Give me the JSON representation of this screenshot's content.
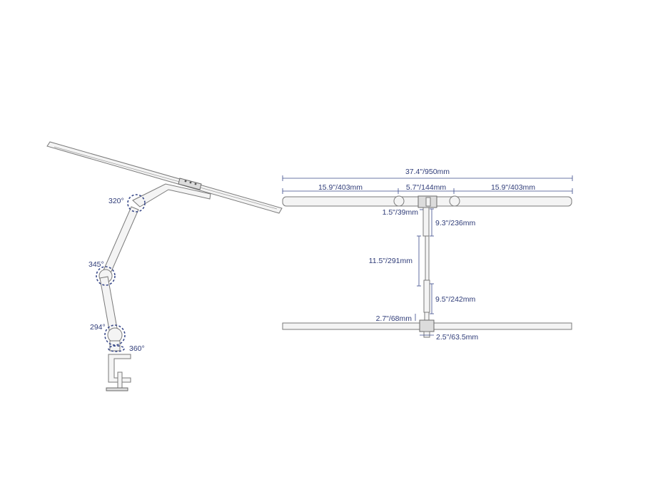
{
  "colors": {
    "dimension": "#3a4a8a",
    "label": "#2f3c78",
    "outline": "#7a7a7a",
    "fill": "#f4f4f4"
  },
  "angles": {
    "top_joint": "320°",
    "middle_joint": "345°",
    "lower_joint": "294°",
    "base_swivel": "360°"
  },
  "dimensions": {
    "total_width": "37.4\"/950mm",
    "left_panel": "15.9\"/403mm",
    "center_section": "5.7\"/144mm",
    "right_panel": "15.9\"/403mm",
    "head_depth": "1.5\"/39mm",
    "upper_arm": "9.3\"/236mm",
    "arm_span": "11.5\"/291mm",
    "lower_arm": "9.5\"/242mm",
    "base_height": "2.7\"/68mm",
    "clamp_width": "2.5\"/63.5mm"
  }
}
